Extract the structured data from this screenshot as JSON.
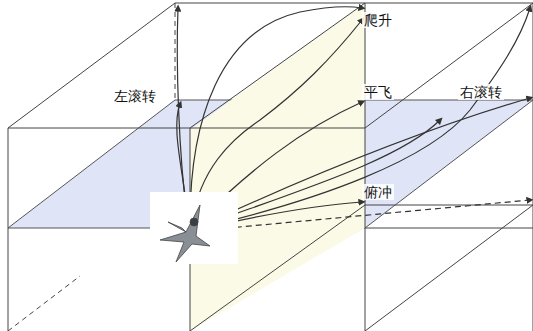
{
  "diagram": {
    "labels": [
      "爬升",
      "左滚转",
      "平飞",
      "右滚转",
      "俯冲"
    ]
  }
}
